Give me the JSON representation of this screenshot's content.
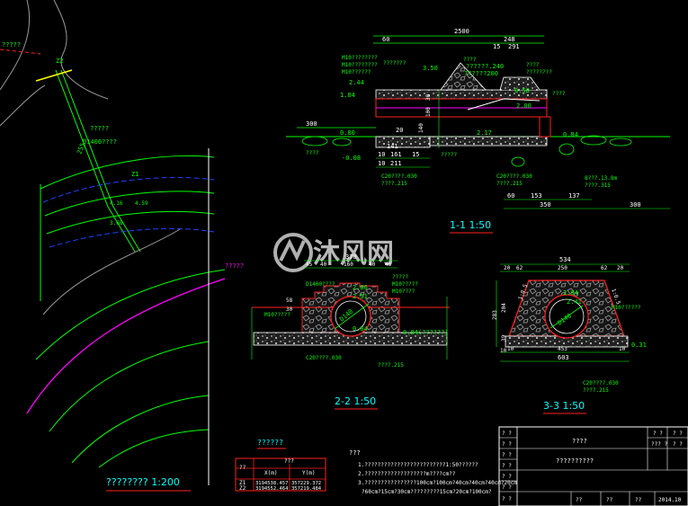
{
  "colors": {
    "background": "#000000",
    "green": "#00ff00",
    "white": "#ffffff",
    "red": "#ff2020",
    "magenta": "#ff00ff",
    "cyan": "#00ffff",
    "blue": "#2040ff",
    "yellow": "#ffff00",
    "gray": "#9a9a9a",
    "pink": "#ff70c0"
  },
  "watermark": {
    "text": "沐风网"
  },
  "plan": {
    "title": "????????  1:200",
    "labels": {
      "z2": "Z2",
      "z1": "Z1",
      "pipe": "D1400????",
      "len": "255",
      "chain": "?????",
      "label1": "?????",
      "c1": "4.16",
      "c2": "4.59",
      "c3": "3.68"
    }
  },
  "section11": {
    "title": "1-1  1:50",
    "dims": {
      "total": "2500",
      "d60": "60",
      "d248": "248",
      "d15": "15",
      "d291": "291",
      "d300": "300",
      "d20": "20",
      "d141": "141",
      "d161": "161",
      "d15b": "15",
      "d10": "10",
      "d211": "211",
      "d10b": "10",
      "d60b": "60",
      "d153": "153",
      "d137": "137",
      "d350": "350",
      "d300b": "300",
      "h30": "30",
      "h100": "100",
      "h140": "140"
    },
    "levels": {
      "e350": "3.50",
      "e240": "??????.240",
      "e050": "0.50",
      "e200": "2.00",
      "e244": "2.44",
      "e184": "1.84",
      "e217": "2.17",
      "e084": "0.84",
      "e080": "0.80",
      "e008": "-0.08",
      "e200b": "??????200"
    },
    "notes": {
      "m10a": "M10????????",
      "m10b": "M10????????",
      "m10c": "M10??????",
      "mixed": "???????",
      "c1": "C20????.030",
      "c2": "????.215",
      "c3": "C20????.030",
      "c4": "????.215",
      "r1": "????",
      "r2": "????",
      "r3": "????",
      "r4": "????",
      "r5": "?????",
      "r6": "8???.13.8m",
      "r7": "????.315",
      "r8": "????????"
    }
  },
  "section22": {
    "title": "2-2  1:50",
    "dims": {
      "d370": "370",
      "d45": "45",
      "d40": "40",
      "d160": "160",
      "d40b": "40",
      "d45b": "45",
      "h58": "58",
      "h30": "30",
      "dia": "D140"
    },
    "levels": {
      "e286": "2.86",
      "e251": "2.51",
      "e084": "0.84",
      "e084b": "0.84(??????)"
    },
    "notes": {
      "pipe": "D1400????",
      "m10a": "M10?????",
      "m10b": "M10?????",
      "m10c": "M10????",
      "c1": "C20????.030",
      "c2": "????.215",
      "r1": "?????"
    }
  },
  "section33": {
    "title": "3-3  1:50",
    "dims": {
      "d534": "534",
      "d20": "20",
      "d62": "62",
      "d250": "250",
      "d62b": "62",
      "d20b": "20",
      "d10": "10",
      "d453": "453",
      "d10b": "10",
      "d603": "603",
      "h283": "283",
      "h204": "204",
      "h39": "39",
      "h10": "10",
      "s1": "1:0.5",
      "s2": "1:0.5",
      "dia": "D140"
    },
    "levels": {
      "e294": "2.94",
      "e241": "2.41",
      "e031": "0.31"
    },
    "notes": {
      "m10": "M10??????",
      "c1": "C20????.030",
      "c2": "????.215"
    }
  },
  "coord_table": {
    "title": "??????",
    "headers": [
      "??",
      "???",
      "X(m)",
      "Y(m)"
    ],
    "rows": [
      {
        "pt": "Z1",
        "x": "3194538.457",
        "y": "357229.372"
      },
      {
        "pt": "Z2",
        "x": "3194552.464",
        "y": "357219.484"
      }
    ]
  },
  "notes_block": {
    "header": "???",
    "lines": [
      "1.?????????????????????????1:50??????",
      "2.???????????????????m????cm??",
      "3.????????????????100cm?100cm?40cm?40cm?40cm?20cm",
      "?60cm?15cm?30cm?????????15cm?20cm?100cm?"
    ]
  },
  "title_block": {
    "left_cells": [
      "? ?",
      "? ?",
      "? ?",
      "? ?",
      "? ?",
      "? ?",
      "? ?"
    ],
    "top_right": [
      "? ?",
      "? ?",
      "??? ?",
      "? ?"
    ],
    "project": "????",
    "drawing": "??????????",
    "bottom": [
      "??",
      "??",
      "??",
      "2014.10"
    ]
  }
}
